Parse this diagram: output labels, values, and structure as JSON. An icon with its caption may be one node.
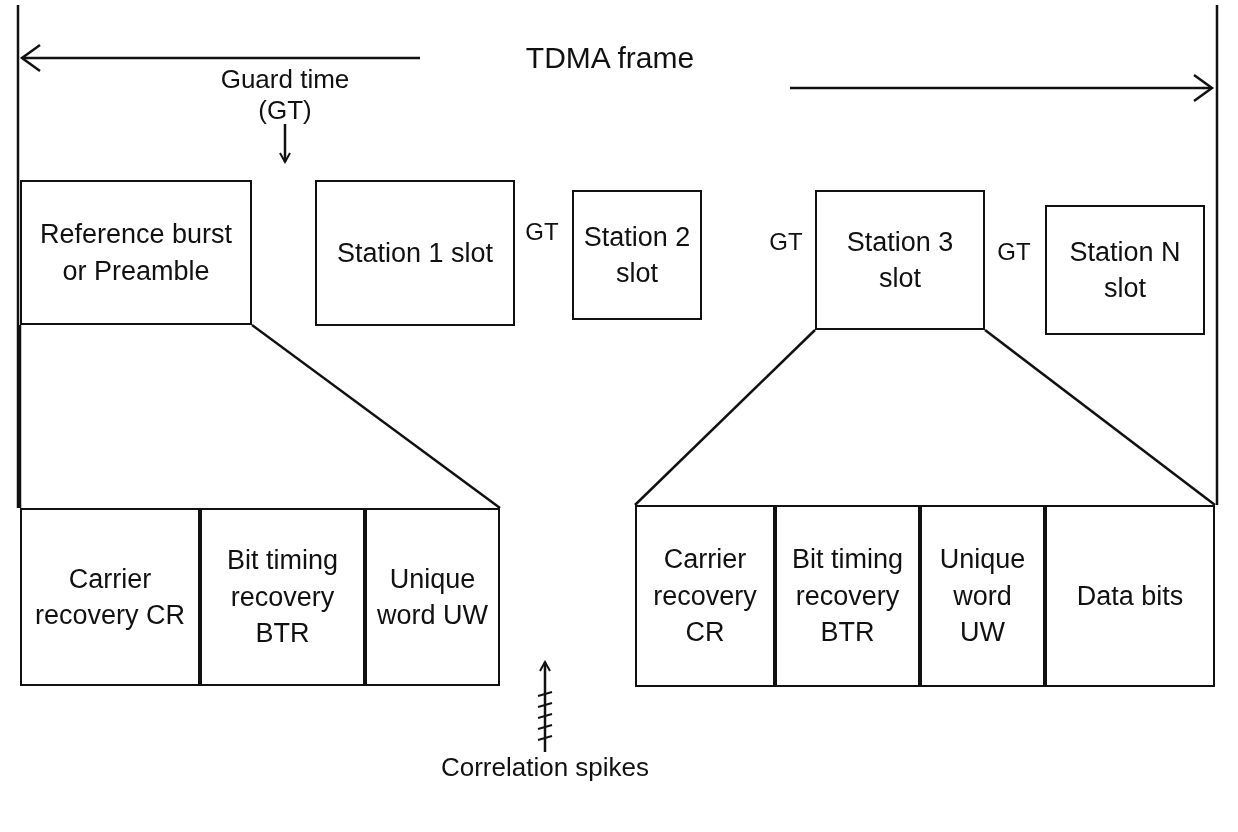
{
  "diagram": {
    "nodes": [
      {
        "text": [
          "Reference burst or Preamble"
        ]
      },
      {
        "text": [
          "Station 1 slot"
        ]
      },
      {
        "text": [
          "Station 2 slot"
        ]
      },
      {
        "text": [
          "Station 3 slot"
        ]
      },
      {
        "text": [
          "Station N slot"
        ]
      },
      {
        "text": [
          "Carrier recovery CR"
        ]
      },
      {
        "text": [
          "Bit timing recovery BTR"
        ]
      },
      {
        "text": [
          "Unique word UW"
        ]
      },
      {
        "text": [
          "Carrier recovery CR"
        ]
      },
      {
        "text": [
          "Bit timing recovery BTR"
        ]
      },
      {
        "text": [
          "Unique word UW"
        ]
      },
      {
        "text": [
          "Data bits"
        ]
      },
      {
        "text": [
          "Guard time (GT)"
        ]
      },
      {
        "text": [
          "Correlation spikes"
        ]
      }
    ],
    "edges": [
      {
        "from": 0,
        "to": 5,
        "arrow": "none"
      },
      {
        "from": 0,
        "to": 7,
        "arrow": "none"
      },
      {
        "from": 3,
        "to": 8,
        "arrow": "none"
      },
      {
        "from": 3,
        "to": 11,
        "arrow": "none"
      },
      {
        "from": 12,
        "to": null,
        "arrow": "to"
      },
      {
        "from": 13,
        "to": null,
        "arrow": "to"
      }
    ],
    "labels": [
      "TDMA frame",
      "GT",
      "GT",
      "GT"
    ]
  }
}
